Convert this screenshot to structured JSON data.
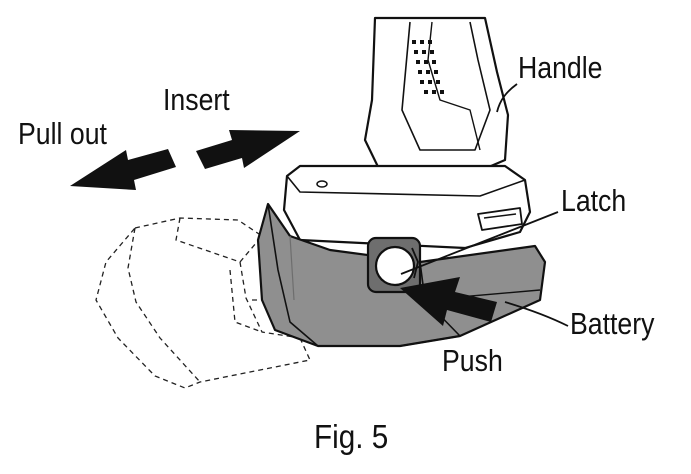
{
  "labels": {
    "handle": "Handle",
    "insert": "Insert",
    "pull_out": "Pull out",
    "latch": "Latch",
    "battery": "Battery",
    "push": "Push"
  },
  "caption": "Fig. 5",
  "colors": {
    "ink": "#111111",
    "shade": "#8f8f8f",
    "dark_shade": "#6e6e6e",
    "paper": "#ffffff"
  }
}
